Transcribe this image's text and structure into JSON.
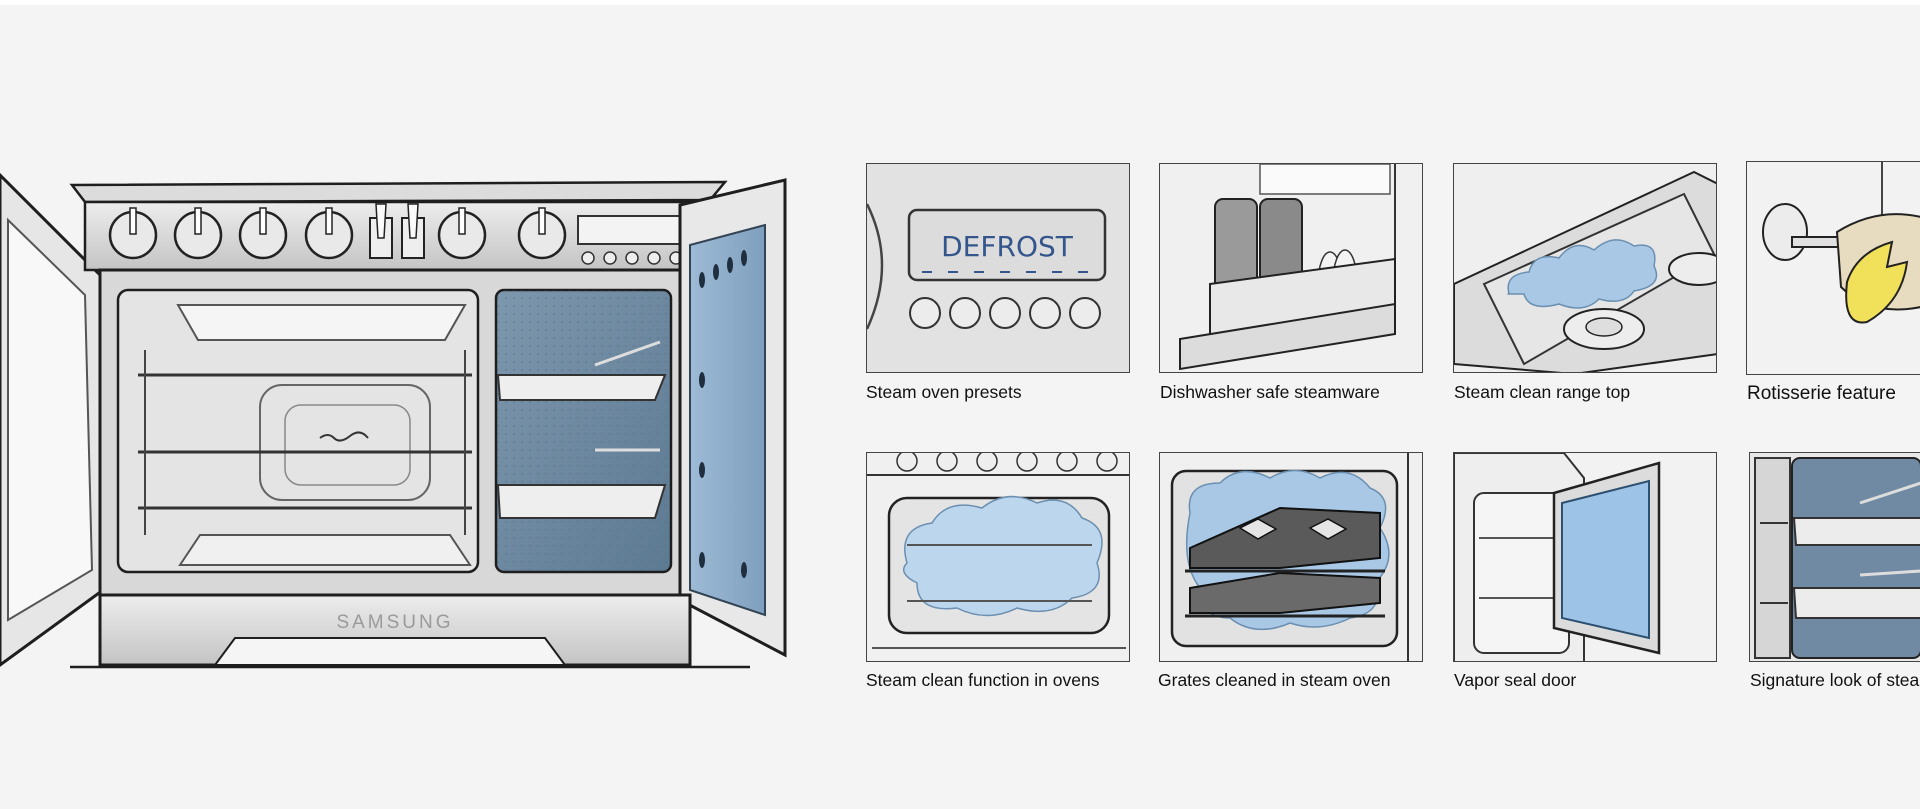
{
  "brand": "SAMSUNG",
  "display_text": "DEFROST",
  "features": [
    {
      "caption": "Steam oven presets",
      "icon": "oven-preset-panel-icon"
    },
    {
      "caption": "Dishwasher safe steamware",
      "icon": "dishwasher-rack-icon"
    },
    {
      "caption": "Steam clean range top",
      "icon": "range-top-steam-icon"
    },
    {
      "caption": "Rotisserie feature",
      "icon": "rotisserie-icon"
    },
    {
      "caption": "Steam clean function in ovens",
      "icon": "oven-steam-clean-icon"
    },
    {
      "caption": "Grates cleaned in steam oven",
      "icon": "grates-steam-icon"
    },
    {
      "caption": "Vapor seal door",
      "icon": "vapor-seal-door-icon"
    },
    {
      "caption": "Signature look of stea",
      "icon": "steam-oven-interior-icon"
    }
  ],
  "colors": {
    "background": "#f4f4f4",
    "steam_blue": "#a9c8e6",
    "door_blue": "#8fb0cf",
    "outline": "#1e1e1e",
    "metal": "#d6d6d6"
  }
}
